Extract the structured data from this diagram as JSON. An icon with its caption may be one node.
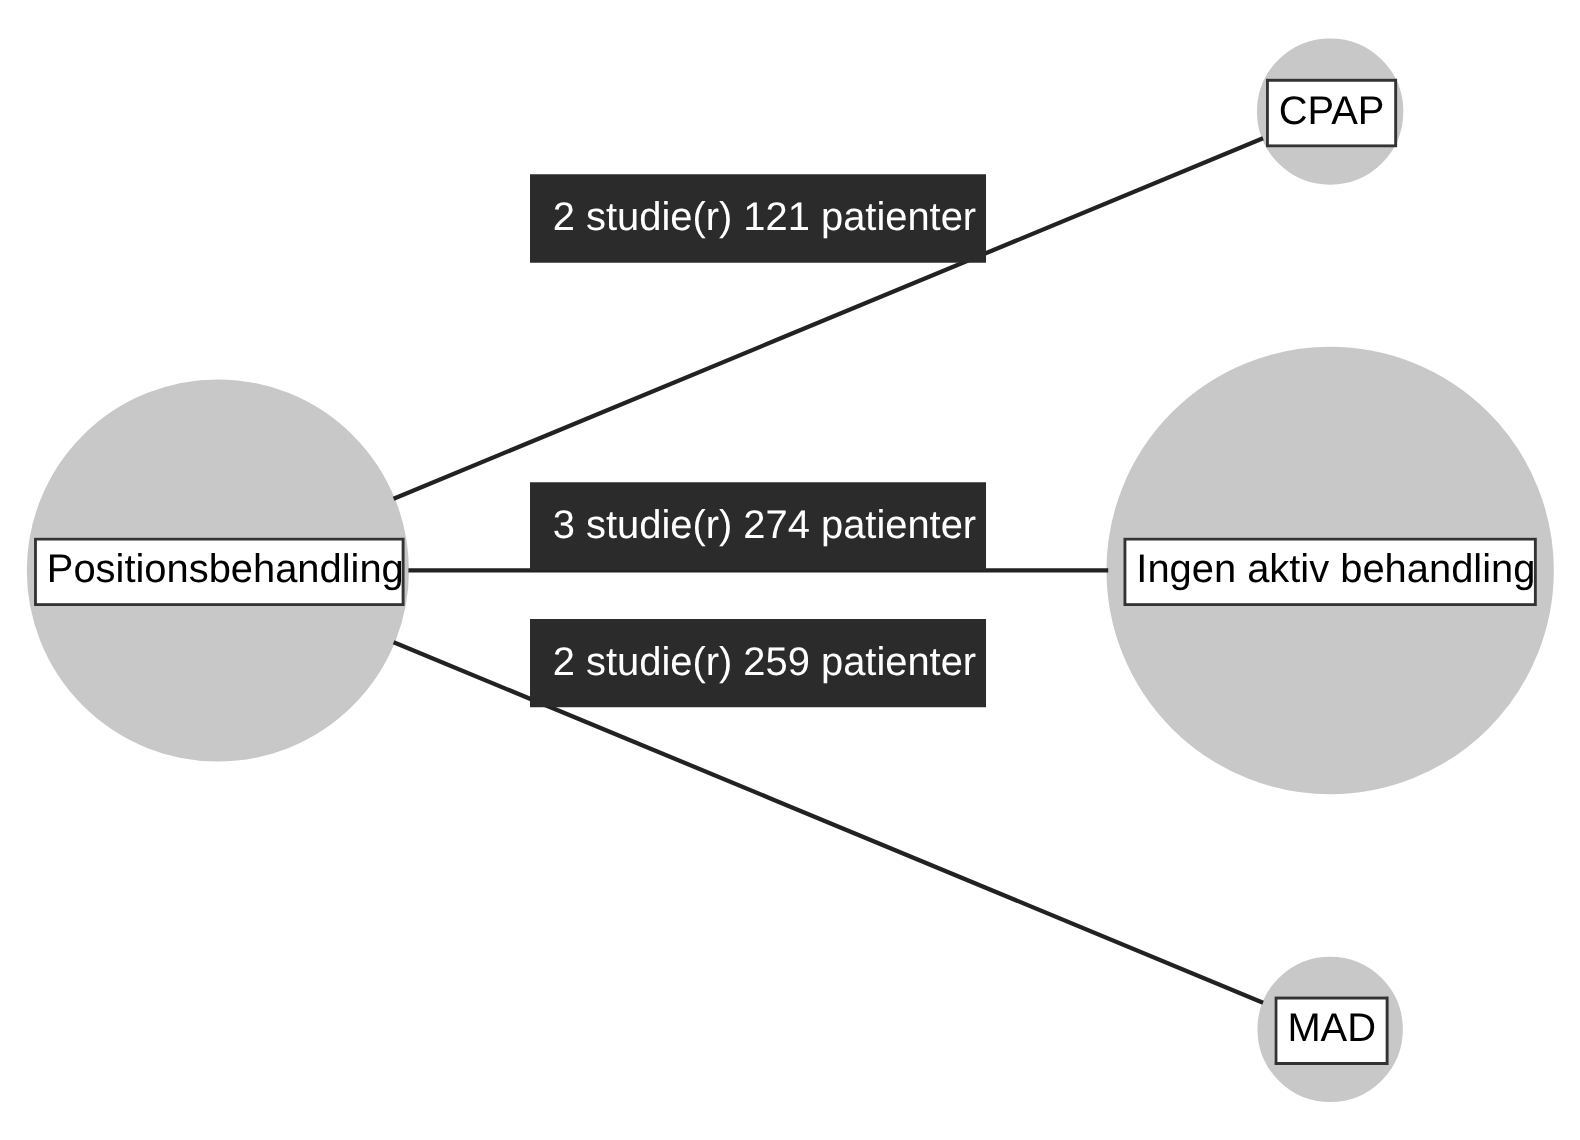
{
  "diagram": {
    "nodes": [
      {
        "text": [
          "Positionsbehandling"
        ]
      },
      {
        "text": [
          "CPAP"
        ]
      },
      {
        "text": [
          "Ingen aktiv behandling"
        ]
      },
      {
        "text": [
          "MAD"
        ]
      }
    ],
    "edges": [
      {
        "from": 0,
        "to": 1,
        "arrow": "none",
        "label": "2 studie(r) 121 patienter"
      },
      {
        "from": 0,
        "to": 2,
        "arrow": "none",
        "label": "3 studie(r) 274 patienter"
      },
      {
        "from": 0,
        "to": 3,
        "arrow": "none",
        "label": "2 studie(r) 259 patienter"
      }
    ]
  }
}
